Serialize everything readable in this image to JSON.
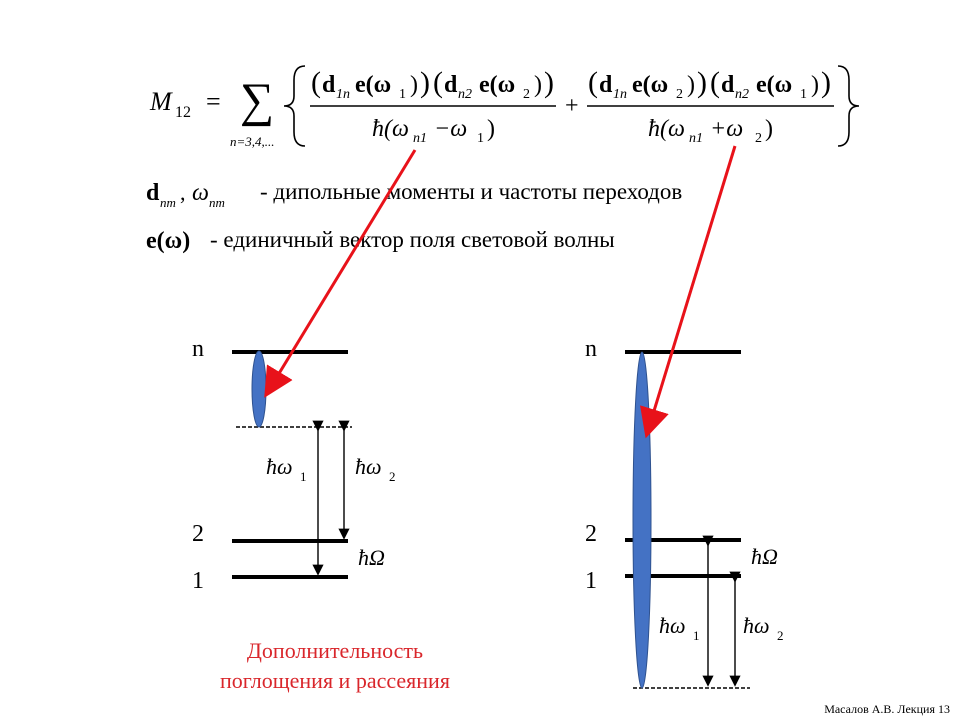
{
  "slide": {
    "formula": {
      "lhs_M": "M",
      "lhs_sub": "12",
      "eq": "=",
      "sum": "∑",
      "sum_range": "n=3,4,...",
      "plus": "+",
      "t1_num_a_d": "d",
      "t1_num_a_sub": "1n",
      "t1_num_a_e": "e(ω",
      "t1_num_a_esub": "1",
      "t1_num_b_d": "d",
      "t1_num_b_sub": "n2",
      "t1_num_b_e": "e(ω",
      "t1_num_b_esub": "2",
      "t1_den": "ħ(ω",
      "t1_den_sub1": "n1",
      "t1_den_mid": "−ω",
      "t1_den_sub2": "1",
      "t2_num_a_d": "d",
      "t2_num_a_sub": "1n",
      "t2_num_a_e": "e(ω",
      "t2_num_a_esub": "2",
      "t2_num_b_d": "d",
      "t2_num_b_sub": "n2",
      "t2_num_b_e": "e(ω",
      "t2_num_b_esub": "1",
      "t2_den": "ħ(ω",
      "t2_den_sub1": "n1",
      "t2_den_mid": "+ω",
      "t2_den_sub2": "2"
    },
    "def1_d": "d",
    "def1_dsub": "nm",
    "def1_omega": "ω",
    "def1_osub": "nm",
    "def1_text": "- дипольные моменты и частоты переходов",
    "def2_e": "e(ω)",
    "def2_text": "- единичный вектор поля световой волны",
    "left_diagram": {
      "level_n": "n",
      "level_2": "2",
      "level_1": "1",
      "hw1": "ħω",
      "hw1_sub": "1",
      "hw2": "ħω",
      "hw2_sub": "2",
      "hOmega": "ħΩ"
    },
    "right_diagram": {
      "level_n": "n",
      "level_2": "2",
      "level_1": "1",
      "hw1": "ħω",
      "hw1_sub": "1",
      "hw2": "ħω",
      "hw2_sub": "2",
      "hOmega": "ħΩ"
    },
    "caption_line1": "Дополнительность",
    "caption_line2": "поглощения и рассеяния",
    "footer": "Масалов А.В. Лекция 13",
    "colors": {
      "arrow": "#e8121a",
      "ellipse": "#4472c4",
      "ellipse_stroke": "#2f528f",
      "caption": "#d9262b"
    }
  }
}
